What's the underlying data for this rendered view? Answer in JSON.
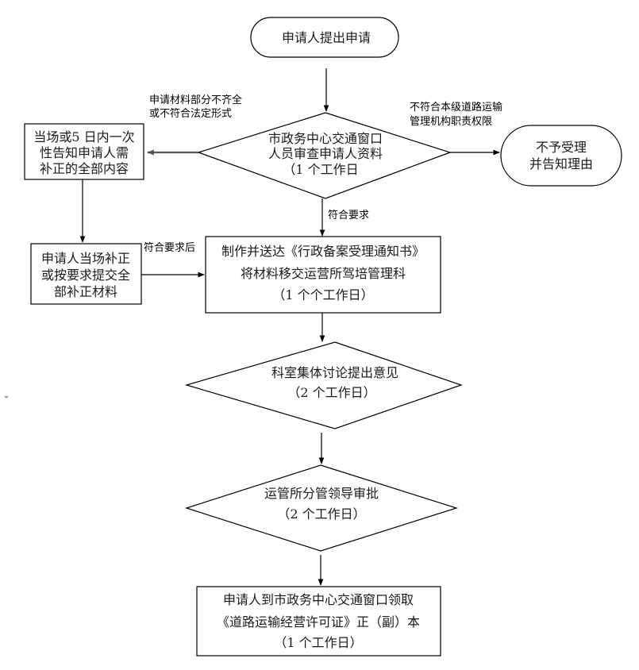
{
  "diagram": {
    "type": "flowchart",
    "nodes": {
      "start": {
        "kind": "terminator",
        "lines": [
          "申请人提出申请"
        ]
      },
      "review": {
        "kind": "decision",
        "lines": [
          "市政务中心交通窗口",
          "人员审查申请人资料",
          "（1 个工作日"
        ]
      },
      "notify_correction": {
        "kind": "process",
        "lines": [
          "当场或5 日内一次",
          "性告知申请人需",
          "补正的全部内容"
        ]
      },
      "reject": {
        "kind": "terminator",
        "lines": [
          "不予受理",
          "并告知理由"
        ]
      },
      "submit_correction": {
        "kind": "process",
        "lines": [
          "申请人当场补正",
          "或按要求提交全",
          "部补正材料"
        ]
      },
      "issue_notice": {
        "kind": "process",
        "lines": [
          "制作并送达《行政备案受理通知书》",
          "将材料移交运营所驾培管理科",
          "（1 个个工作日）"
        ]
      },
      "discussion": {
        "kind": "decision",
        "lines": [
          "科室集体讨论提出意见",
          "（2 个工作日）"
        ]
      },
      "approval": {
        "kind": "decision",
        "lines": [
          "运管所分管领导审批",
          "（2 个工作日）"
        ]
      },
      "collect": {
        "kind": "process",
        "lines": [
          "申请人到市政务中心交通窗口领取",
          "《道路运输经营许可证》正（副）本",
          "（1 个工作日）"
        ]
      }
    },
    "edge_labels": {
      "incomplete": [
        "申请材料部分不齐全",
        "或不符合法定形式"
      ],
      "out_of_scope": [
        "不符合本级道路运输",
        "管理机构职责权限"
      ],
      "meets_requirements": [
        "符合要求"
      ],
      "after_correction": [
        "符合要求后"
      ]
    },
    "edges": [
      {
        "from": "start",
        "to": "review"
      },
      {
        "from": "review",
        "to": "notify_correction",
        "label": "incomplete"
      },
      {
        "from": "review",
        "to": "reject",
        "label": "out_of_scope"
      },
      {
        "from": "review",
        "to": "issue_notice",
        "label": "meets_requirements"
      },
      {
        "from": "notify_correction",
        "to": "submit_correction"
      },
      {
        "from": "submit_correction",
        "to": "issue_notice",
        "label": "after_correction"
      },
      {
        "from": "issue_notice",
        "to": "discussion"
      },
      {
        "from": "discussion",
        "to": "approval"
      },
      {
        "from": "approval",
        "to": "collect"
      }
    ]
  }
}
